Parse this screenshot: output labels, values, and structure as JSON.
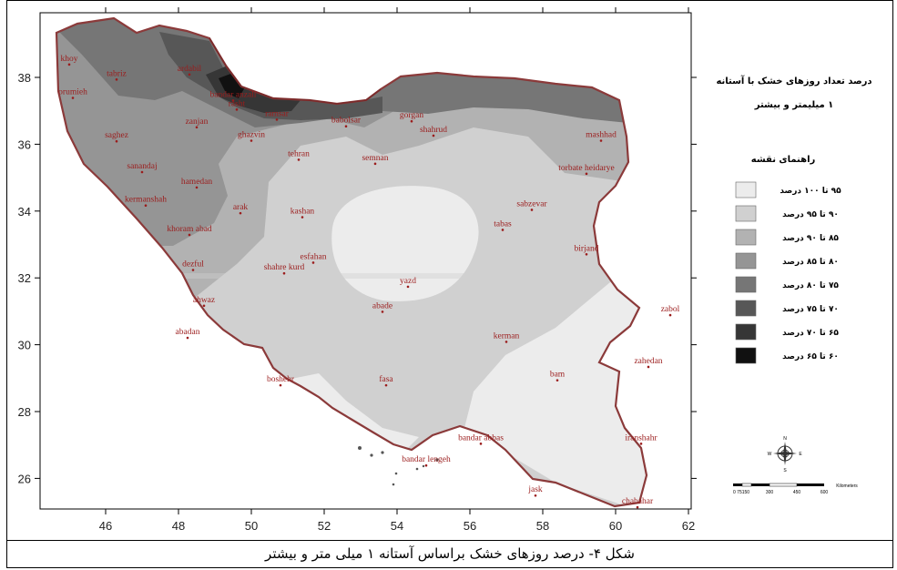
{
  "caption": "شکل ۴- درصد روزهای خشک براساس آستانه ۱ میلی متر و بیشتر",
  "map_title": [
    "درصد تعداد روزهای خشک با آستانه",
    "۱ میلیمتر و بیشتر"
  ],
  "legend": {
    "title": "راهنمای نقشه",
    "items": [
      {
        "label": "۹۵ تا ۱۰۰ درصد",
        "color": "#ececec"
      },
      {
        "label": "۹۰ تا ۹۵ درصد",
        "color": "#d0d0d0"
      },
      {
        "label": "۸۵ تا ۹۰ درصد",
        "color": "#b2b2b2"
      },
      {
        "label": "۸۰ تا ۸۵ درصد",
        "color": "#959595"
      },
      {
        "label": "۷۵ تا ۸۰ درصد",
        "color": "#767676"
      },
      {
        "label": "۷۰ تا ۷۵ درصد",
        "color": "#575757"
      },
      {
        "label": "۶۵ تا ۷۰ درصد",
        "color": "#363636"
      },
      {
        "label": "۶۰ تا ۶۵ درصد",
        "color": "#111111"
      }
    ]
  },
  "axes": {
    "x_ticks": [
      "46",
      "48",
      "50",
      "52",
      "54",
      "56",
      "58",
      "60",
      "62"
    ],
    "y_ticks": [
      "38",
      "36",
      "34",
      "32",
      "30",
      "28",
      "26"
    ]
  },
  "scale_bar": {
    "labels": [
      "0 75150",
      "300",
      "450",
      "600"
    ],
    "unit": "Kilometers"
  },
  "compass": {
    "icon": "compass-rose-icon",
    "letters": [
      "N",
      "E",
      "S",
      "W"
    ]
  },
  "cities": [
    {
      "name": "khoy",
      "lon": 45.0,
      "lat": 38.55
    },
    {
      "name": "tabriz",
      "lon": 46.3,
      "lat": 38.1
    },
    {
      "name": "orumieh",
      "lon": 45.1,
      "lat": 37.55
    },
    {
      "name": "ardabil",
      "lon": 48.3,
      "lat": 38.25
    },
    {
      "name": "bandar anzali",
      "lon": 49.5,
      "lat": 37.47
    },
    {
      "name": "rasht",
      "lon": 49.6,
      "lat": 37.2
    },
    {
      "name": "ramsar",
      "lon": 50.7,
      "lat": 36.9
    },
    {
      "name": "babolsar",
      "lon": 52.6,
      "lat": 36.7
    },
    {
      "name": "gorgan",
      "lon": 54.4,
      "lat": 36.85
    },
    {
      "name": "shahrud",
      "lon": 55.0,
      "lat": 36.42
    },
    {
      "name": "mashhad",
      "lon": 59.6,
      "lat": 36.27
    },
    {
      "name": "zanjan",
      "lon": 48.5,
      "lat": 36.67
    },
    {
      "name": "saghez",
      "lon": 46.3,
      "lat": 36.25
    },
    {
      "name": "ghazvin",
      "lon": 50.0,
      "lat": 36.27
    },
    {
      "name": "tehran",
      "lon": 51.3,
      "lat": 35.7
    },
    {
      "name": "semnan",
      "lon": 53.4,
      "lat": 35.58
    },
    {
      "name": "sanandaj",
      "lon": 47.0,
      "lat": 35.33
    },
    {
      "name": "hamedan",
      "lon": 48.5,
      "lat": 34.87
    },
    {
      "name": "torbate heidarye",
      "lon": 59.2,
      "lat": 35.28
    },
    {
      "name": "kermanshah",
      "lon": 47.1,
      "lat": 34.33
    },
    {
      "name": "arak",
      "lon": 49.7,
      "lat": 34.1
    },
    {
      "name": "kashan",
      "lon": 51.4,
      "lat": 33.98
    },
    {
      "name": "sabzevar",
      "lon": 57.7,
      "lat": 34.2
    },
    {
      "name": "tabas",
      "lon": 56.9,
      "lat": 33.6
    },
    {
      "name": "khoram abad",
      "lon": 48.3,
      "lat": 33.45
    },
    {
      "name": "birjand",
      "lon": 59.2,
      "lat": 32.87
    },
    {
      "name": "dezful",
      "lon": 48.4,
      "lat": 32.4
    },
    {
      "name": "shahre kurd",
      "lon": 50.9,
      "lat": 32.3
    },
    {
      "name": "esfahan",
      "lon": 51.7,
      "lat": 32.62
    },
    {
      "name": "yazd",
      "lon": 54.3,
      "lat": 31.9
    },
    {
      "name": "zabol",
      "lon": 61.5,
      "lat": 31.05
    },
    {
      "name": "ahwaz",
      "lon": 48.7,
      "lat": 31.33
    },
    {
      "name": "abadan",
      "lon": 48.25,
      "lat": 30.37
    },
    {
      "name": "kerman",
      "lon": 57.0,
      "lat": 30.25
    },
    {
      "name": "abade",
      "lon": 53.6,
      "lat": 31.15
    },
    {
      "name": "fasa",
      "lon": 53.7,
      "lat": 28.95
    },
    {
      "name": "zahedan",
      "lon": 60.9,
      "lat": 29.5
    },
    {
      "name": "boshehr",
      "lon": 50.8,
      "lat": 28.95
    },
    {
      "name": "bam",
      "lon": 58.4,
      "lat": 29.1
    },
    {
      "name": "bandar abbas",
      "lon": 56.3,
      "lat": 27.2
    },
    {
      "name": "iranshahr",
      "lon": 60.7,
      "lat": 27.2
    },
    {
      "name": "bandar lengeh",
      "lon": 54.8,
      "lat": 26.55
    },
    {
      "name": "jask",
      "lon": 57.8,
      "lat": 25.65
    },
    {
      "name": "chabahar",
      "lon": 60.6,
      "lat": 25.3
    }
  ]
}
